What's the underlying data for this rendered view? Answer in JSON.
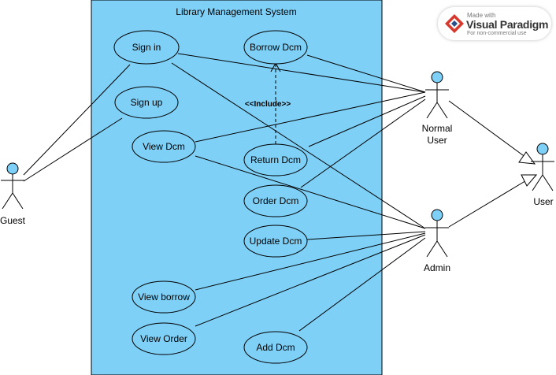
{
  "system": {
    "title": "Library Management System",
    "fill": "#7fd0f7"
  },
  "actors": {
    "guest": "Guest",
    "normal_user_line1": "Normal",
    "normal_user_line2": "User",
    "admin": "Admin",
    "user": "User"
  },
  "use_cases": {
    "sign_in": "Sign in",
    "sign_up": "Sign up",
    "view_dcm": "View Dcm",
    "borrow_dcm": "Borrow Dcm",
    "return_dcm": "Return Dcm",
    "order_dcm": "Order Dcm",
    "update_dcm": "Update Dcm",
    "view_borrow": "View borrow",
    "view_order": "View Order",
    "add_dcm": "Add Dcm"
  },
  "relations": {
    "include_label": "<<Include>>"
  },
  "badge": {
    "top": "Made with",
    "name": "Visual Paradigm",
    "sub": "For non-commercial use",
    "icon": "visual-paradigm-logo",
    "accent": "#d63a2f"
  },
  "colors": {
    "actor_head": "#7fd0f7",
    "stroke": "#000000"
  }
}
